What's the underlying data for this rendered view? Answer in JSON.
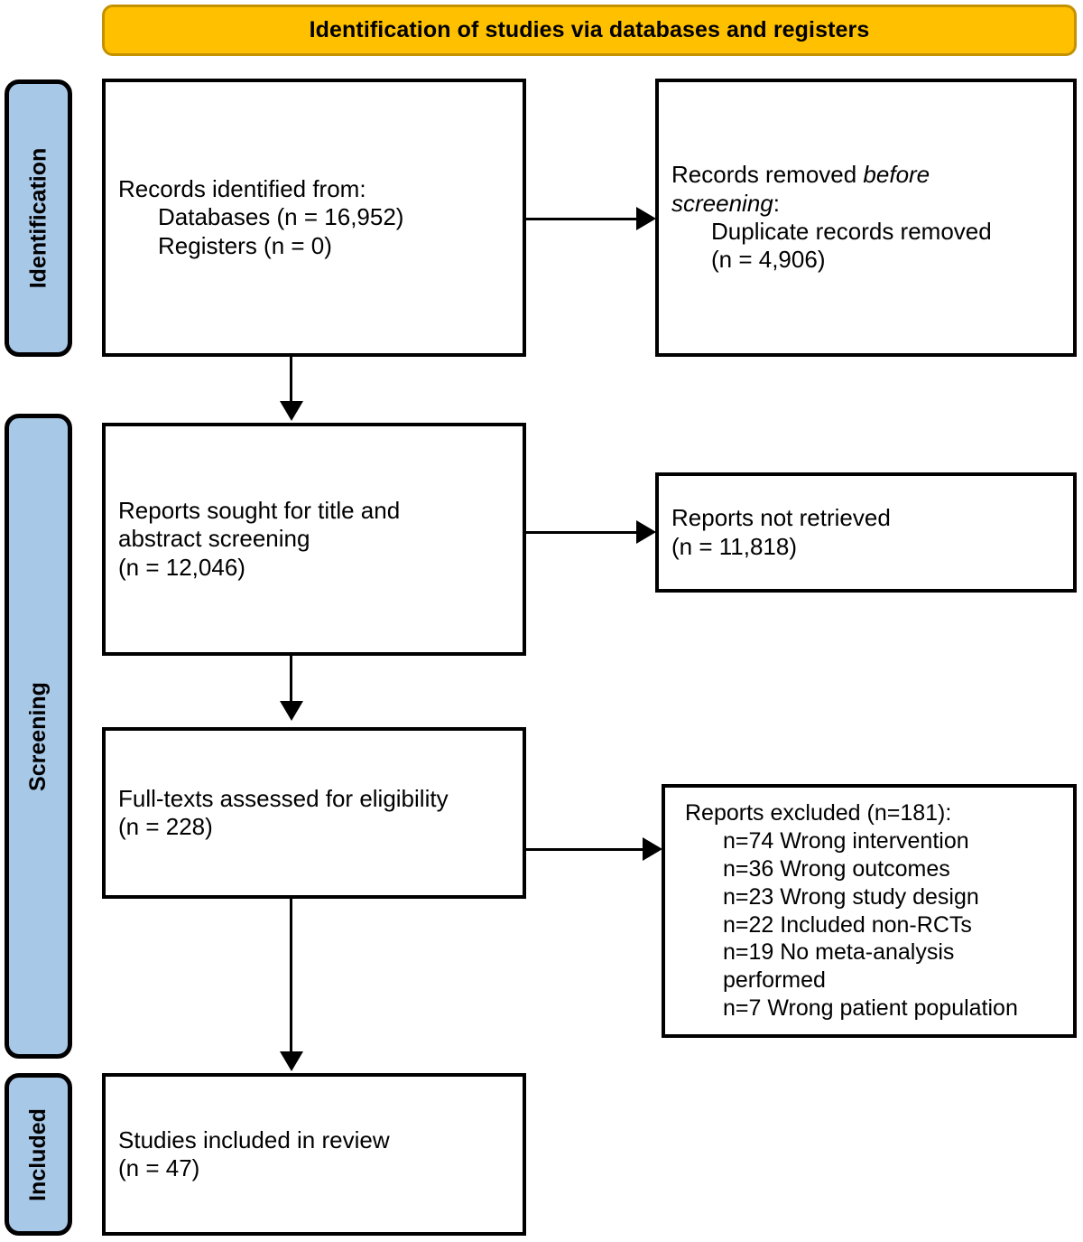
{
  "banner": {
    "title": "Identification of studies via databases and registers",
    "fill": "#FFC000",
    "border": "#C49100"
  },
  "stages": [
    {
      "id": "identification",
      "label": "Identification",
      "fill": "#A8C8E8"
    },
    {
      "id": "screening",
      "label": "Screening",
      "fill": "#A8C8E8"
    },
    {
      "id": "included",
      "label": "Included",
      "fill": "#A8C8E8"
    }
  ],
  "boxes": {
    "identified": {
      "name": "Records identified",
      "lines": [
        "Records identified from:",
        "Databases (n = 16,952)",
        "Registers (n = 0)"
      ]
    },
    "removed": {
      "name": "Records removed before screening",
      "lead_plain": "Records removed ",
      "lead_italic_a": "before",
      "lead_italic_b": "screening",
      "lead_colon": ":",
      "lines": [
        "Duplicate records removed",
        "(n = 4,906)"
      ]
    },
    "sought": {
      "name": "Reports sought for screening",
      "lines": [
        "Reports sought for title and",
        "abstract screening",
        "(n = 12,046)"
      ]
    },
    "not_retrieved": {
      "name": "Reports not retrieved",
      "lines": [
        "Reports not retrieved",
        "(n = 11,818)"
      ]
    },
    "fulltext": {
      "name": "Full-texts assessed for eligibility",
      "lines": [
        "Full-texts assessed for eligibility",
        "(n = 228)"
      ]
    },
    "excluded": {
      "name": "Reports excluded",
      "heading": "Reports excluded (n=181):",
      "reasons": [
        "n=74 Wrong intervention",
        "n=36 Wrong outcomes",
        "n=23 Wrong study design",
        "n=22 Included non-RCTs",
        "n=19 No meta-analysis",
        "performed",
        "n=7 Wrong patient population"
      ]
    },
    "included": {
      "name": "Studies included in review",
      "lines": [
        "Studies included in review",
        "(n = 47)"
      ]
    }
  },
  "chart_data": {
    "type": "diagram",
    "title": "Identification of studies via databases and registers",
    "diagram": "PRISMA 2020 flow diagram",
    "nodes": [
      {
        "stage": "Identification",
        "label": "Records identified from: Databases",
        "n": 16952
      },
      {
        "stage": "Identification",
        "label": "Records identified from: Registers",
        "n": 0
      },
      {
        "stage": "Identification",
        "label": "Duplicate records removed before screening",
        "n": 4906
      },
      {
        "stage": "Screening",
        "label": "Reports sought for title and abstract screening",
        "n": 12046
      },
      {
        "stage": "Screening",
        "label": "Reports not retrieved",
        "n": 11818
      },
      {
        "stage": "Screening",
        "label": "Full-texts assessed for eligibility",
        "n": 228
      },
      {
        "stage": "Screening",
        "label": "Reports excluded",
        "n": 181
      },
      {
        "stage": "Included",
        "label": "Studies included in review",
        "n": 47
      }
    ],
    "exclusion_reasons": [
      {
        "reason": "Wrong intervention",
        "n": 74
      },
      {
        "reason": "Wrong outcomes",
        "n": 36
      },
      {
        "reason": "Wrong study design",
        "n": 23
      },
      {
        "reason": "Included non-RCTs",
        "n": 22
      },
      {
        "reason": "No meta-analysis performed",
        "n": 19
      },
      {
        "reason": "Wrong patient population",
        "n": 7
      }
    ]
  }
}
